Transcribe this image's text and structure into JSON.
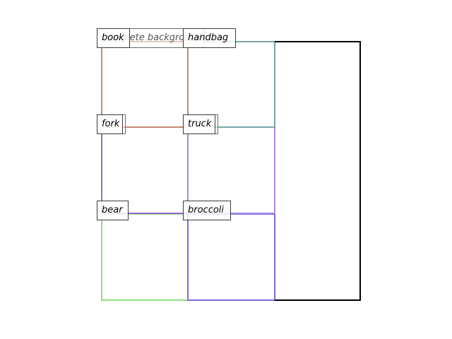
{
  "labels": {
    "book": "book",
    "complete_background": "complete background",
    "handbag": "handbag",
    "fork": "fork",
    "truck": "truck",
    "bear": "bear",
    "broccoli": "broccoli"
  },
  "regions": [
    {
      "name": "book",
      "color": "#c48a73"
    },
    {
      "name": "handbag",
      "color": "#7aa6a6"
    },
    {
      "name": "fork",
      "color": "#9b6ad9"
    },
    {
      "name": "truck",
      "color": "#a98be6"
    },
    {
      "name": "bear",
      "color": "#8fe07a"
    },
    {
      "name": "broccoli",
      "color": "#7d68e0"
    },
    {
      "name": "complete background",
      "color": "#000000"
    }
  ]
}
